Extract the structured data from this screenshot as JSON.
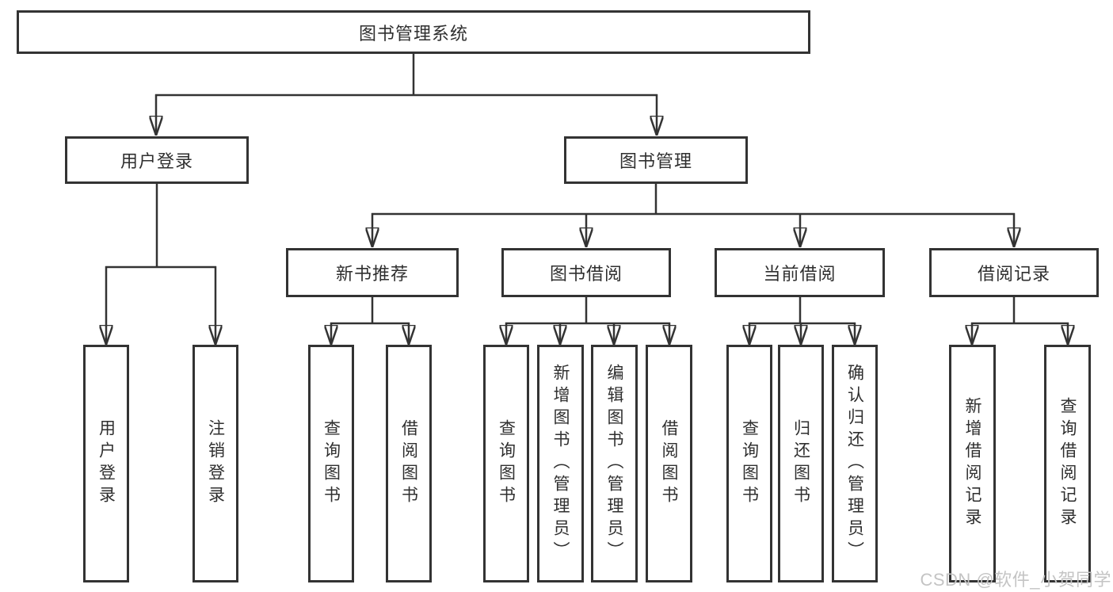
{
  "diagram": {
    "type": "hierarchy-tree",
    "tree": {
      "root": {
        "label": "图书管理系统",
        "children": [
          {
            "label": "用户登录",
            "children": [
              {
                "label": "用户登录"
              },
              {
                "label": "注销登录"
              }
            ]
          },
          {
            "label": "图书管理",
            "children": [
              {
                "label": "新书推荐",
                "children": [
                  {
                    "label": "查询图书"
                  },
                  {
                    "label": "借阅图书"
                  }
                ]
              },
              {
                "label": "图书借阅",
                "children": [
                  {
                    "label": "查询图书"
                  },
                  {
                    "label": "新增图书（管理员）"
                  },
                  {
                    "label": "编辑图书（管理员）"
                  },
                  {
                    "label": "借阅图书"
                  }
                ]
              },
              {
                "label": "当前借阅",
                "children": [
                  {
                    "label": "查询图书"
                  },
                  {
                    "label": "归还图书"
                  },
                  {
                    "label": "确认归还（管理员）"
                  }
                ]
              },
              {
                "label": "借阅记录",
                "children": [
                  {
                    "label": "新增借阅记录"
                  },
                  {
                    "label": "查询借阅记录"
                  }
                ]
              }
            ]
          }
        ]
      }
    },
    "colors": {
      "line": "#333333",
      "box_border": "#333333",
      "text": "#2f2f2f",
      "background": "#ffffff",
      "watermark": "#c4c4c4"
    }
  },
  "watermark": {
    "text": "CSDN @软件_小贺同学"
  }
}
